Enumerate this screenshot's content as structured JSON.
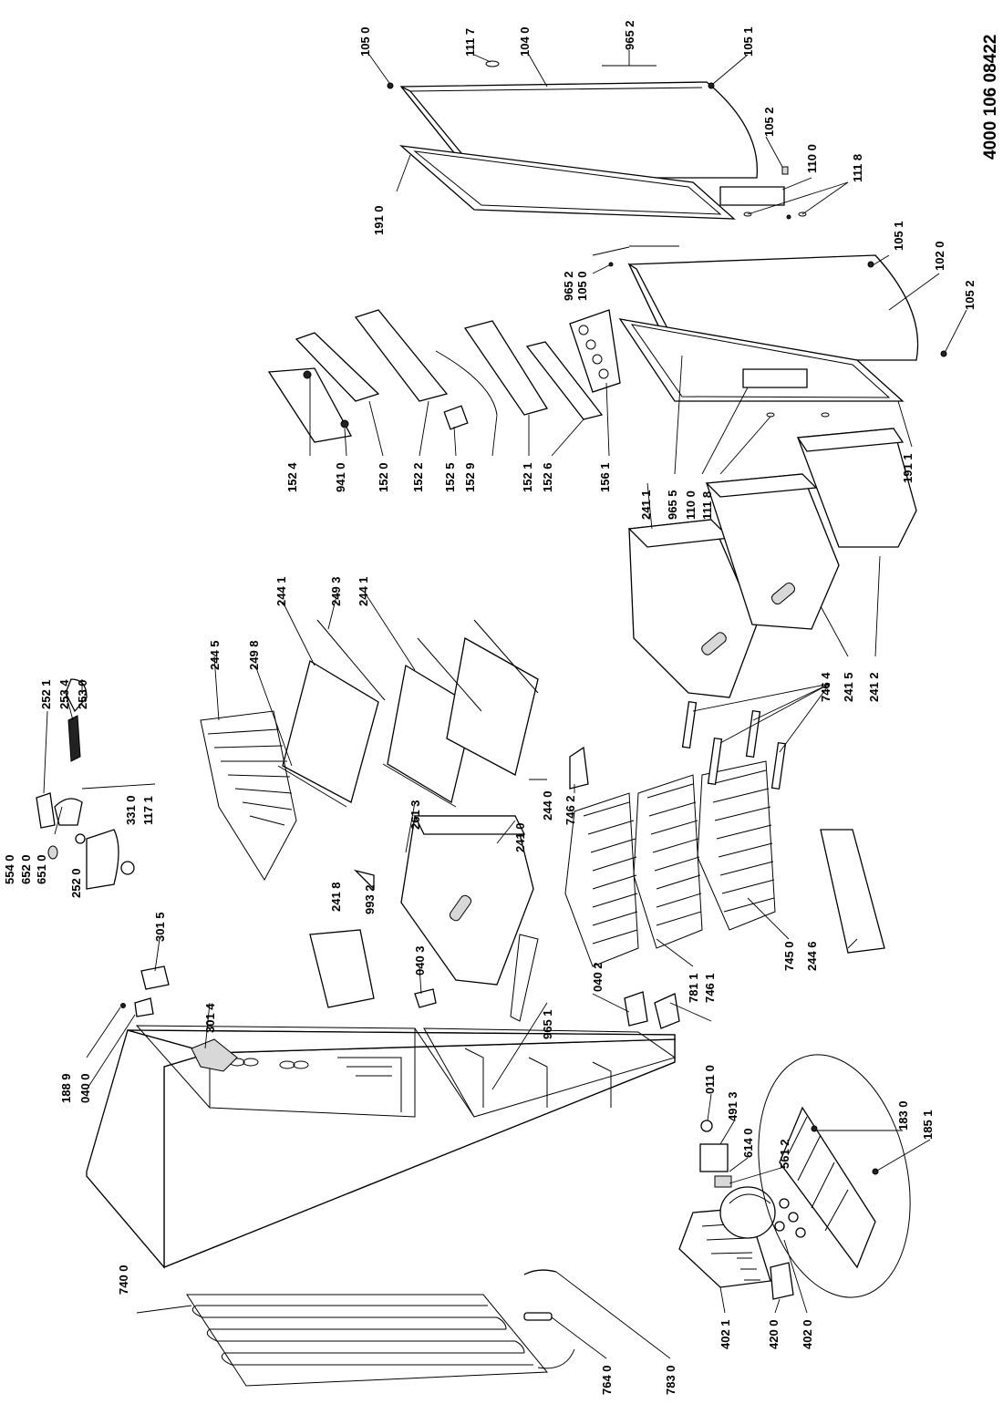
{
  "document_number": "4000 106 08422",
  "callouts": [
    {
      "id": "c1050a",
      "label": "105 0"
    },
    {
      "id": "c1117",
      "label": "111 7"
    },
    {
      "id": "c1040",
      "label": "104 0"
    },
    {
      "id": "c9652a",
      "label": "965 2"
    },
    {
      "id": "c1051a",
      "label": "105 1"
    },
    {
      "id": "c1052a",
      "label": "105 2"
    },
    {
      "id": "c1100a",
      "label": "110 0"
    },
    {
      "id": "c1118a",
      "label": "111 8"
    },
    {
      "id": "c1910",
      "label": "191 0"
    },
    {
      "id": "c1051b",
      "label": "105 1"
    },
    {
      "id": "c1020",
      "label": "102 0"
    },
    {
      "id": "c9652b",
      "label": "965 2"
    },
    {
      "id": "c1050b",
      "label": "105 0"
    },
    {
      "id": "c1052b",
      "label": "105 2"
    },
    {
      "id": "c1524",
      "label": "152 4"
    },
    {
      "id": "c9410",
      "label": "941 0"
    },
    {
      "id": "c1520",
      "label": "152 0"
    },
    {
      "id": "c1522",
      "label": "152 2"
    },
    {
      "id": "c1525",
      "label": "152 5"
    },
    {
      "id": "c1529",
      "label": "152 9"
    },
    {
      "id": "c1521",
      "label": "152 1"
    },
    {
      "id": "c1526",
      "label": "152 6"
    },
    {
      "id": "c1561",
      "label": "156 1"
    },
    {
      "id": "c2411a",
      "label": "241 1"
    },
    {
      "id": "c9655",
      "label": "965 5"
    },
    {
      "id": "c1100b",
      "label": "110 0"
    },
    {
      "id": "c1118b",
      "label": "111 8"
    },
    {
      "id": "c1911",
      "label": "191 1"
    },
    {
      "id": "c2521",
      "label": "252 1"
    },
    {
      "id": "c2534",
      "label": "253 4"
    },
    {
      "id": "c2530",
      "label": "253 0"
    },
    {
      "id": "c2445",
      "label": "244 5"
    },
    {
      "id": "c2498",
      "label": "249 8"
    },
    {
      "id": "c2441a",
      "label": "244 1"
    },
    {
      "id": "c2493",
      "label": "249 3"
    },
    {
      "id": "c2441b",
      "label": "244 1"
    },
    {
      "id": "c7464",
      "label": "746 4"
    },
    {
      "id": "c2415",
      "label": "241 5"
    },
    {
      "id": "c2412",
      "label": "241 2"
    },
    {
      "id": "c5540",
      "label": "554 0"
    },
    {
      "id": "c6520",
      "label": "652 0"
    },
    {
      "id": "c6510",
      "label": "651 0"
    },
    {
      "id": "c2520",
      "label": "252 0"
    },
    {
      "id": "c3310",
      "label": "331 0"
    },
    {
      "id": "c1171",
      "label": "117 1"
    },
    {
      "id": "c2410",
      "label": "241 0"
    },
    {
      "id": "c2440",
      "label": "244 0"
    },
    {
      "id": "c7462",
      "label": "746 2"
    },
    {
      "id": "c2613",
      "label": "261 3"
    },
    {
      "id": "c3015",
      "label": "301 5"
    },
    {
      "id": "c2418",
      "label": "241 8"
    },
    {
      "id": "c9932",
      "label": "993 2"
    },
    {
      "id": "c3014",
      "label": "301 4"
    },
    {
      "id": "c0403",
      "label": "040 3"
    },
    {
      "id": "c9651",
      "label": "965 1"
    },
    {
      "id": "c0402",
      "label": "040 2"
    },
    {
      "id": "c7811",
      "label": "781 1"
    },
    {
      "id": "c7461",
      "label": "746 1"
    },
    {
      "id": "c7450",
      "label": "745 0"
    },
    {
      "id": "c2446",
      "label": "244 6"
    },
    {
      "id": "c1889",
      "label": "188 9"
    },
    {
      "id": "c0400",
      "label": "040 0"
    },
    {
      "id": "c0110",
      "label": "011 0"
    },
    {
      "id": "c4913",
      "label": "491 3"
    },
    {
      "id": "c6140",
      "label": "614 0"
    },
    {
      "id": "c5612",
      "label": "561 2"
    },
    {
      "id": "c1830",
      "label": "183 0"
    },
    {
      "id": "c1851",
      "label": "185 1"
    },
    {
      "id": "c7400",
      "label": "740 0"
    },
    {
      "id": "c4021",
      "label": "402 1"
    },
    {
      "id": "c4200",
      "label": "420 0"
    },
    {
      "id": "c4020",
      "label": "402 0"
    },
    {
      "id": "c7640",
      "label": "764 0"
    },
    {
      "id": "c7830",
      "label": "783 0"
    }
  ]
}
